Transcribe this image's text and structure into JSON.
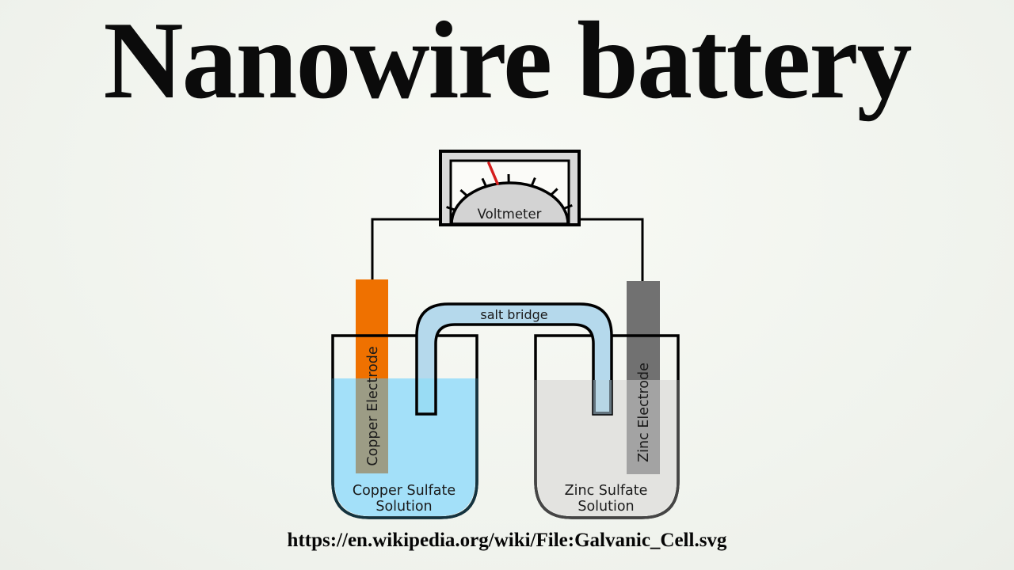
{
  "title": "Nanowire battery",
  "source_url": "https://en.wikipedia.org/wiki/File:Galvanic_Cell.svg",
  "diagram": {
    "voltmeter_label": "Voltmeter",
    "salt_bridge_label": "salt bridge",
    "left_electrode_label": "Copper Electrode",
    "right_electrode_label": "Zinc Electrode",
    "left_solution_label_line1": "Copper Sulfate",
    "left_solution_label_line2": "Solution",
    "right_solution_label_line1": "Zinc Sulfate",
    "right_solution_label_line2": "Solution"
  },
  "colors": {
    "copper_electrode": "#EF7100",
    "copper_electrode_submerged": "#9C9C85",
    "zinc_electrode": "#717171",
    "zinc_electrode_submerged": "#A3A3A3",
    "copper_sulfate_solution": "#A3E0F9",
    "zinc_sulfate_solution": "#E3E3E0",
    "salt_bridge_fill": "#B5D9EC",
    "salt_bridge_submerged_left": "#99DCF4",
    "salt_bridge_submerged_right": "#B7D6E5",
    "needle": "#D51E1E",
    "meter_body": "#D9D9D9",
    "meter_face": "#FBFBF8",
    "gauge_fill": "#D3D3D3",
    "wire": "#000000"
  }
}
